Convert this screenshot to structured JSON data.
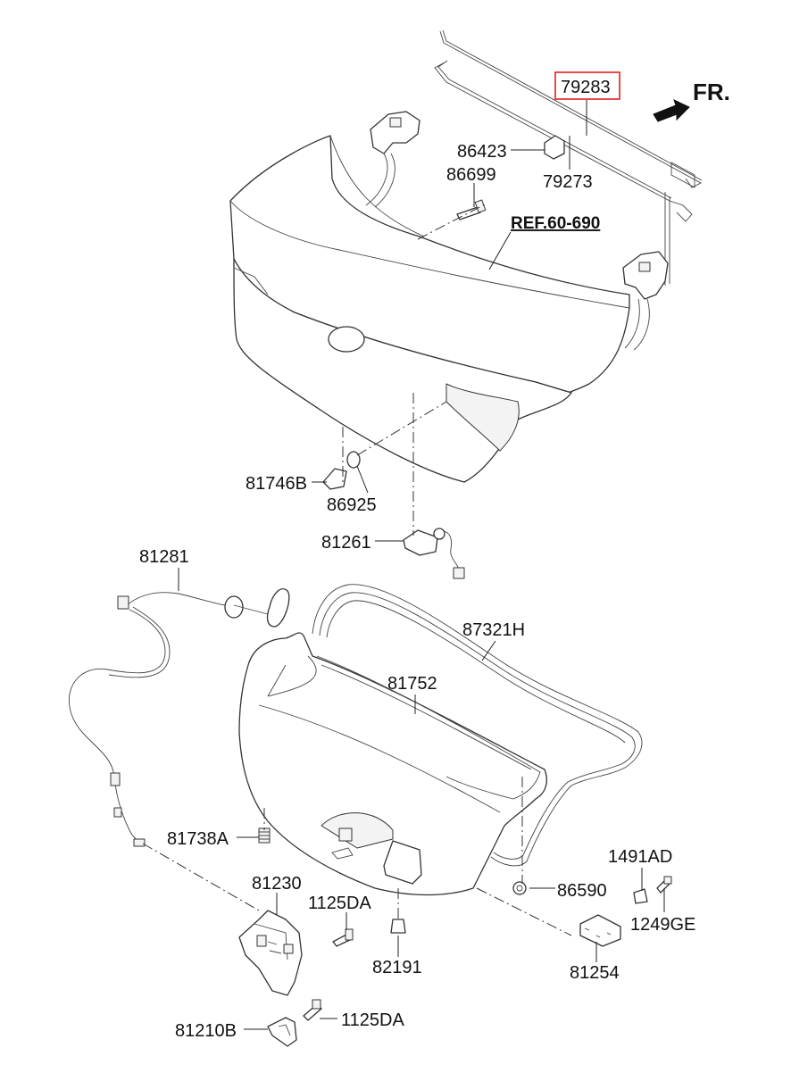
{
  "direction_label": "FR.",
  "reference_label": "REF.60-690",
  "highlighted_part": "79283",
  "parts": {
    "p79283": "79283",
    "p86423": "86423",
    "p79273": "79273",
    "p86699": "86699",
    "p81746B": "81746B",
    "p86925": "86925",
    "p81261": "81261",
    "p81281": "81281",
    "p87321H": "87321H",
    "p81752": "81752",
    "p81738A": "81738A",
    "p1491AD": "1491AD",
    "p86590": "86590",
    "p1249GE": "1249GE",
    "p81230": "81230",
    "p1125DA_a": "1125DA",
    "p82191": "82191",
    "p81254": "81254",
    "p81210B": "81210B",
    "p1125DA_b": "1125DA"
  },
  "colors": {
    "highlight": "#e02020",
    "line": "#222222"
  }
}
